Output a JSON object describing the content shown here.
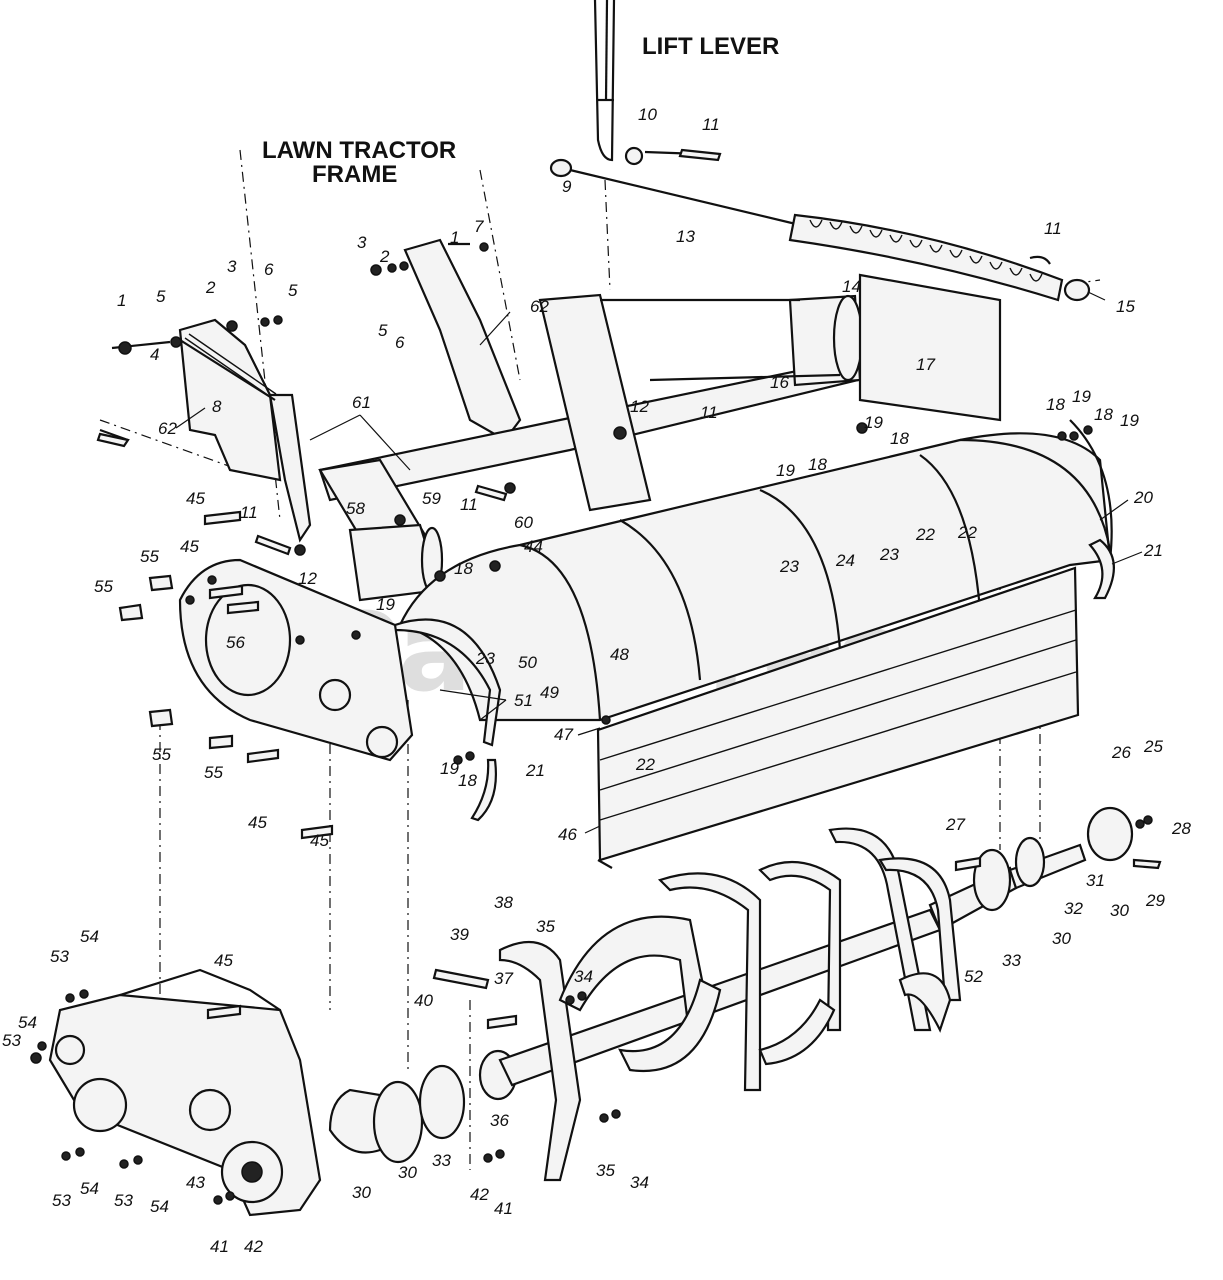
{
  "labels": {
    "lift_lever": "LIFT LEVER",
    "lawn_tractor_frame_line1": "LAWN TRACTOR",
    "lawn_tractor_frame_line2": "FRAME",
    "watermark": "PartsTree"
  },
  "callouts": [
    {
      "id": "c1",
      "text": "1"
    },
    {
      "id": "c2",
      "text": "2"
    },
    {
      "id": "c3",
      "text": "3"
    },
    {
      "id": "c4",
      "text": "4"
    },
    {
      "id": "c5",
      "text": "5"
    },
    {
      "id": "c6",
      "text": "6"
    },
    {
      "id": "c7",
      "text": "7"
    },
    {
      "id": "c8",
      "text": "8"
    },
    {
      "id": "c9",
      "text": "9"
    },
    {
      "id": "c10",
      "text": "10"
    },
    {
      "id": "c11",
      "text": "11"
    },
    {
      "id": "c12",
      "text": "12"
    },
    {
      "id": "c13",
      "text": "13"
    },
    {
      "id": "c14",
      "text": "14"
    },
    {
      "id": "c15",
      "text": "15"
    },
    {
      "id": "c16",
      "text": "16"
    },
    {
      "id": "c17",
      "text": "17"
    },
    {
      "id": "c18",
      "text": "18"
    },
    {
      "id": "c19",
      "text": "19"
    },
    {
      "id": "c20",
      "text": "20"
    },
    {
      "id": "c21",
      "text": "21"
    },
    {
      "id": "c22",
      "text": "22"
    },
    {
      "id": "c23",
      "text": "23"
    },
    {
      "id": "c24",
      "text": "24"
    },
    {
      "id": "c25",
      "text": "25"
    },
    {
      "id": "c26",
      "text": "26"
    },
    {
      "id": "c27",
      "text": "27"
    },
    {
      "id": "c28",
      "text": "28"
    },
    {
      "id": "c29",
      "text": "29"
    },
    {
      "id": "c30",
      "text": "30"
    },
    {
      "id": "c31",
      "text": "31"
    },
    {
      "id": "c32",
      "text": "32"
    },
    {
      "id": "c33",
      "text": "33"
    },
    {
      "id": "c34",
      "text": "34"
    },
    {
      "id": "c35",
      "text": "35"
    },
    {
      "id": "c36",
      "text": "36"
    },
    {
      "id": "c37",
      "text": "37"
    },
    {
      "id": "c38",
      "text": "38"
    },
    {
      "id": "c39",
      "text": "39"
    },
    {
      "id": "c40",
      "text": "40"
    },
    {
      "id": "c41",
      "text": "41"
    },
    {
      "id": "c42",
      "text": "42"
    },
    {
      "id": "c43",
      "text": "43"
    },
    {
      "id": "c44",
      "text": "44"
    },
    {
      "id": "c45",
      "text": "45"
    },
    {
      "id": "c46",
      "text": "46"
    },
    {
      "id": "c47",
      "text": "47"
    },
    {
      "id": "c48",
      "text": "48"
    },
    {
      "id": "c49",
      "text": "49"
    },
    {
      "id": "c50",
      "text": "50"
    },
    {
      "id": "c51",
      "text": "51"
    },
    {
      "id": "c52",
      "text": "52"
    },
    {
      "id": "c53",
      "text": "53"
    },
    {
      "id": "c54",
      "text": "54"
    },
    {
      "id": "c55",
      "text": "55"
    },
    {
      "id": "c56",
      "text": "56"
    },
    {
      "id": "c58",
      "text": "58"
    },
    {
      "id": "c59",
      "text": "59"
    },
    {
      "id": "c60",
      "text": "60"
    },
    {
      "id": "c61",
      "text": "61"
    },
    {
      "id": "c62",
      "text": "62"
    }
  ]
}
